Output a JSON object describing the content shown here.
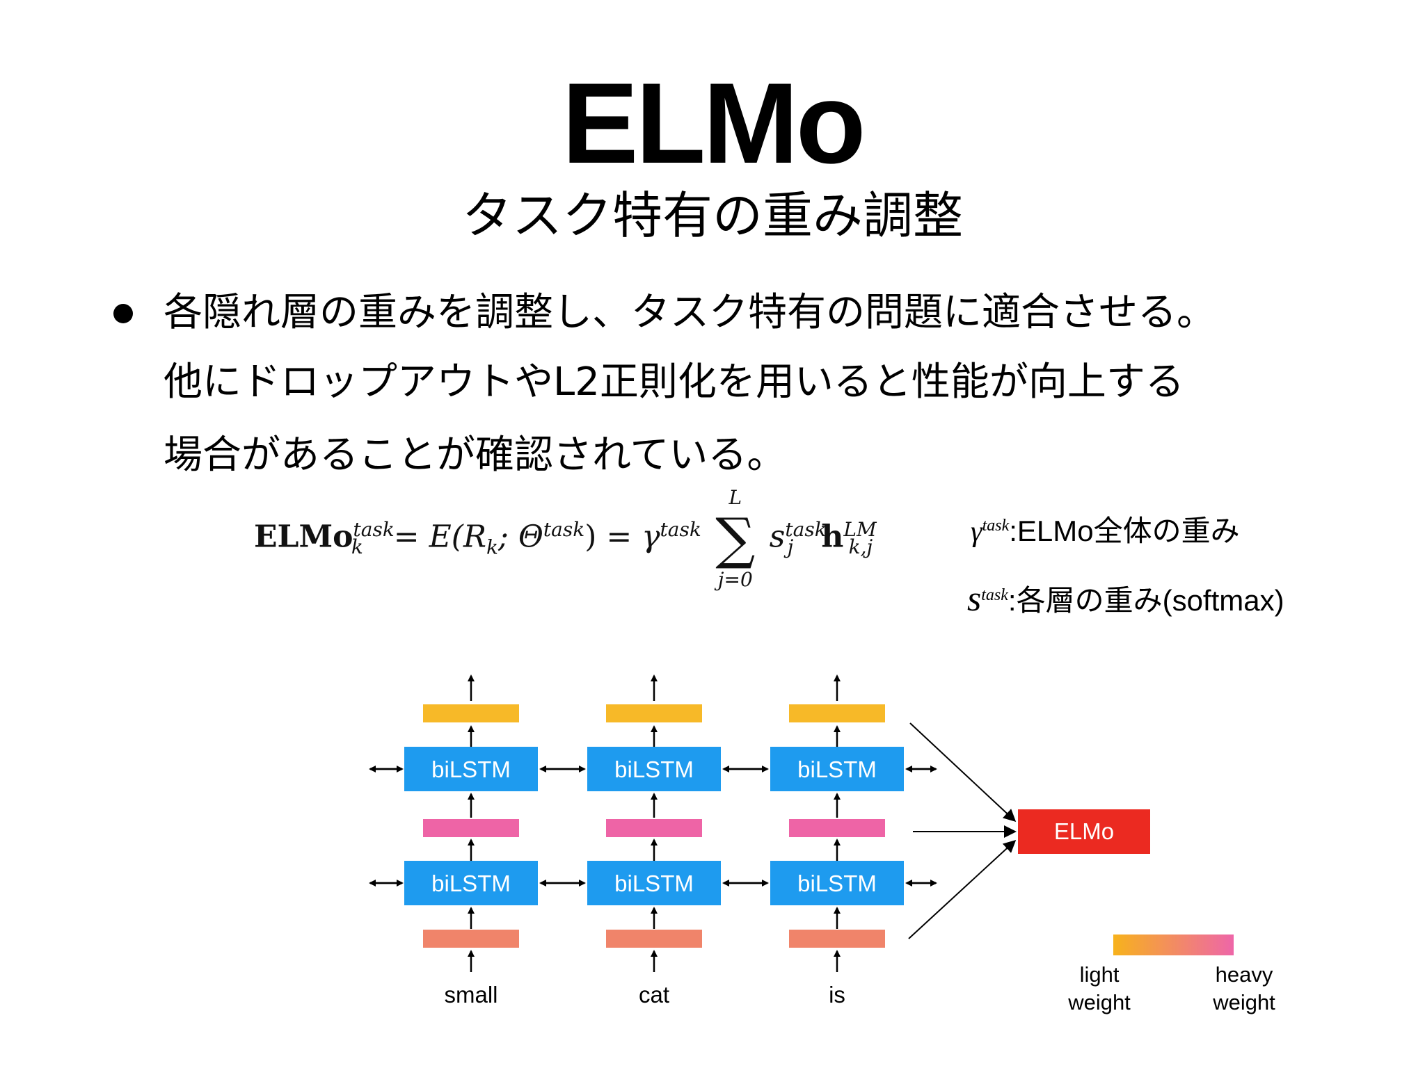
{
  "slide": {
    "title": "ELMo",
    "subtitle": "タスク特有の重み調整",
    "bullet_lines": [
      "各隠れ層の重みを調整し、タスク特有の問題に適合させる。",
      "他にドロップアウトやL2正則化を用いると性能が向上する",
      "場合があることが確認されている。"
    ]
  },
  "formula": {
    "elmo_bold": "ELMo",
    "sup_task": "task",
    "sub_k": "k",
    "eq1": " = ",
    "E_part": "E(R",
    "sub_k2": "k",
    "semi_theta": "; Θ",
    "sup_task2": "task",
    "close": ")",
    "eq2": " = ",
    "gamma": "γ",
    "sup_task3": "task",
    "sum_top": "L",
    "sum_sym": "∑",
    "sum_bot": "j=0",
    "s": "s",
    "sup_task4": "task",
    "sub_j": "j",
    "h": "h",
    "sup_LM": "LM",
    "sub_kj": "k,j"
  },
  "legend": {
    "gamma_symbol": "γ",
    "gamma_sup": "task",
    "gamma_desc": ":ELMo全体の重み",
    "s_symbol": "s",
    "s_sup": "task",
    "s_desc": ":各層の重み(softmax)"
  },
  "diagram": {
    "bilstm_label": "biLSTM",
    "elmo_label": "ELMo",
    "words": [
      "small",
      "cat",
      "is"
    ],
    "weight_light": [
      "light",
      "weight"
    ],
    "weight_heavy": [
      "heavy",
      "weight"
    ],
    "colors": {
      "bilstm": "#1E9BEF",
      "elmo_box": "#EB2A21",
      "top_layer": "#F7B928",
      "mid_layer": "#EE64A6",
      "bottom_layer": "#F0846A",
      "gradient_start": "#F7B21C",
      "gradient_end": "#EE66A8"
    }
  }
}
